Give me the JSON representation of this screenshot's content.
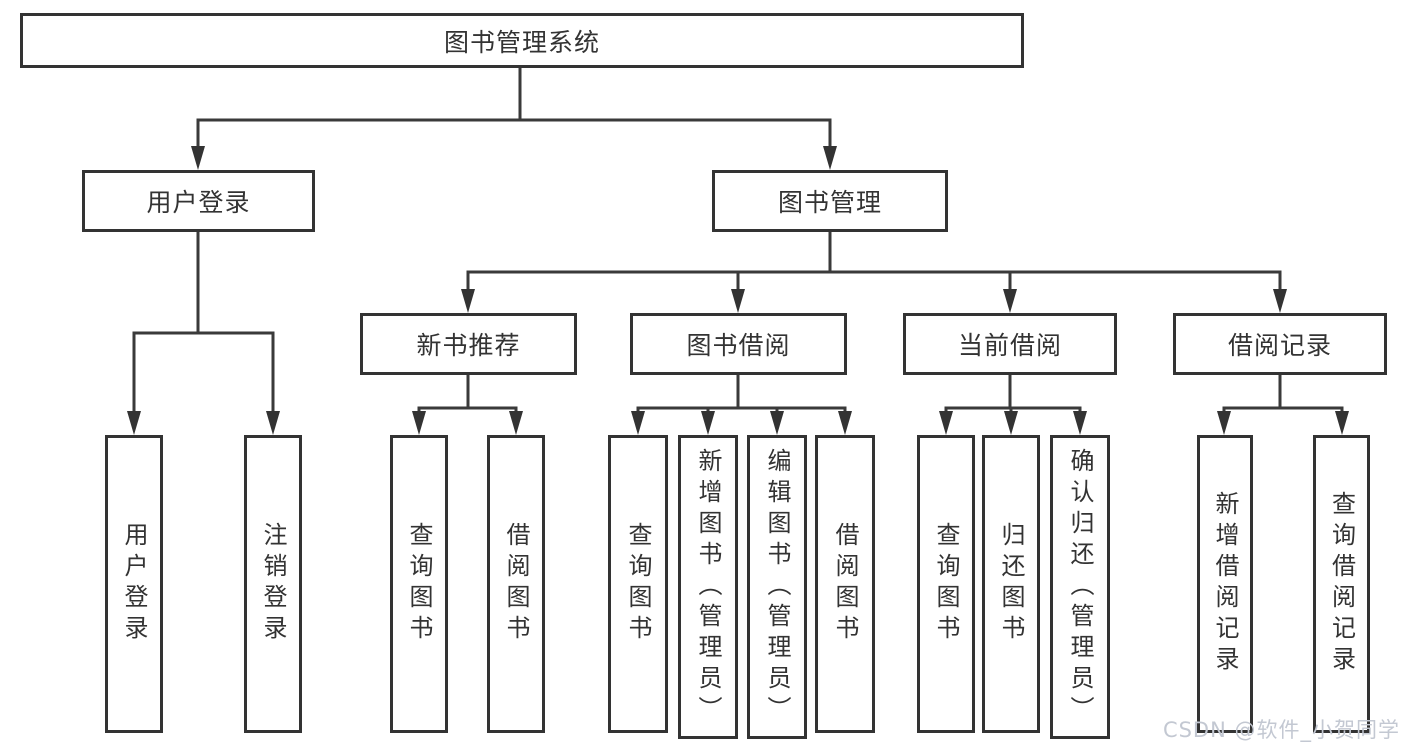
{
  "diagram": {
    "root": {
      "label": "图书管理系统"
    },
    "level2": [
      {
        "label": "用户登录",
        "children": [
          {
            "label": "用户登录"
          },
          {
            "label": "注销登录"
          }
        ]
      },
      {
        "label": "图书管理",
        "children": [
          {
            "label": "新书推荐",
            "children": [
              {
                "label": "查询图书"
              },
              {
                "label": "借阅图书"
              }
            ]
          },
          {
            "label": "图书借阅",
            "children": [
              {
                "label": "查询图书"
              },
              {
                "label": "新增图书（管理员）"
              },
              {
                "label": "编辑图书（管理员）"
              },
              {
                "label": "借阅图书"
              }
            ]
          },
          {
            "label": "当前借阅",
            "children": [
              {
                "label": "查询图书"
              },
              {
                "label": "归还图书"
              },
              {
                "label": "确认归还（管理员）"
              }
            ]
          },
          {
            "label": "借阅记录",
            "children": [
              {
                "label": "新增借阅记录"
              },
              {
                "label": "查询借阅记录"
              }
            ]
          }
        ]
      }
    ]
  },
  "watermark": {
    "text": "CSDN @软件_小贺同学",
    "color": "#c3c8d2"
  },
  "colors": {
    "line": "#3a3a3a",
    "border": "#333333",
    "text": "#333333",
    "background": "#ffffff"
  }
}
